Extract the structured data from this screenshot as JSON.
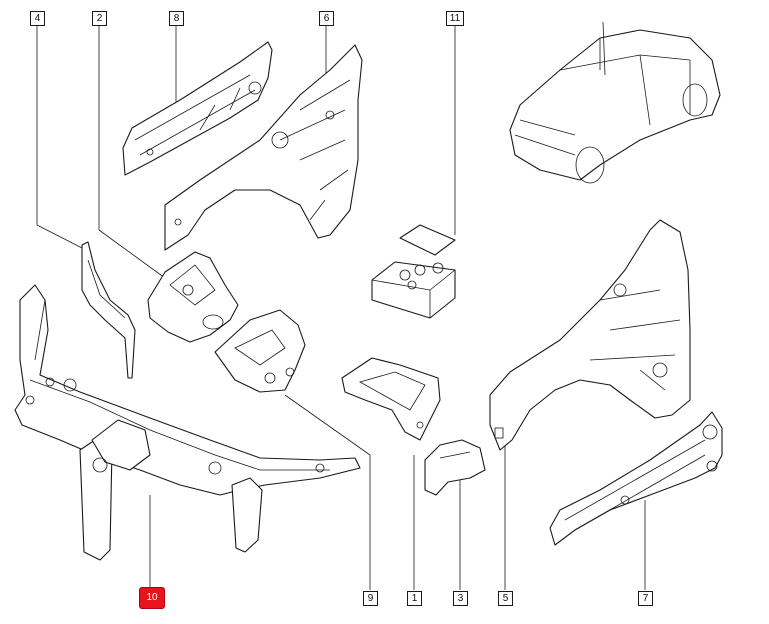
{
  "diagram": {
    "callouts": [
      {
        "id": "c4",
        "label": "4"
      },
      {
        "id": "c2",
        "label": "2"
      },
      {
        "id": "c8",
        "label": "8"
      },
      {
        "id": "c6",
        "label": "6"
      },
      {
        "id": "c11",
        "label": "11"
      },
      {
        "id": "c10",
        "label": "10",
        "selected": true
      },
      {
        "id": "c9",
        "label": "9"
      },
      {
        "id": "c1",
        "label": "1"
      },
      {
        "id": "c3",
        "label": "3"
      },
      {
        "id": "c5",
        "label": "5"
      },
      {
        "id": "c7",
        "label": "7"
      }
    ],
    "colors": {
      "selected": "#e8131b",
      "line": "#1a1a1a",
      "background": "#ffffff"
    }
  }
}
